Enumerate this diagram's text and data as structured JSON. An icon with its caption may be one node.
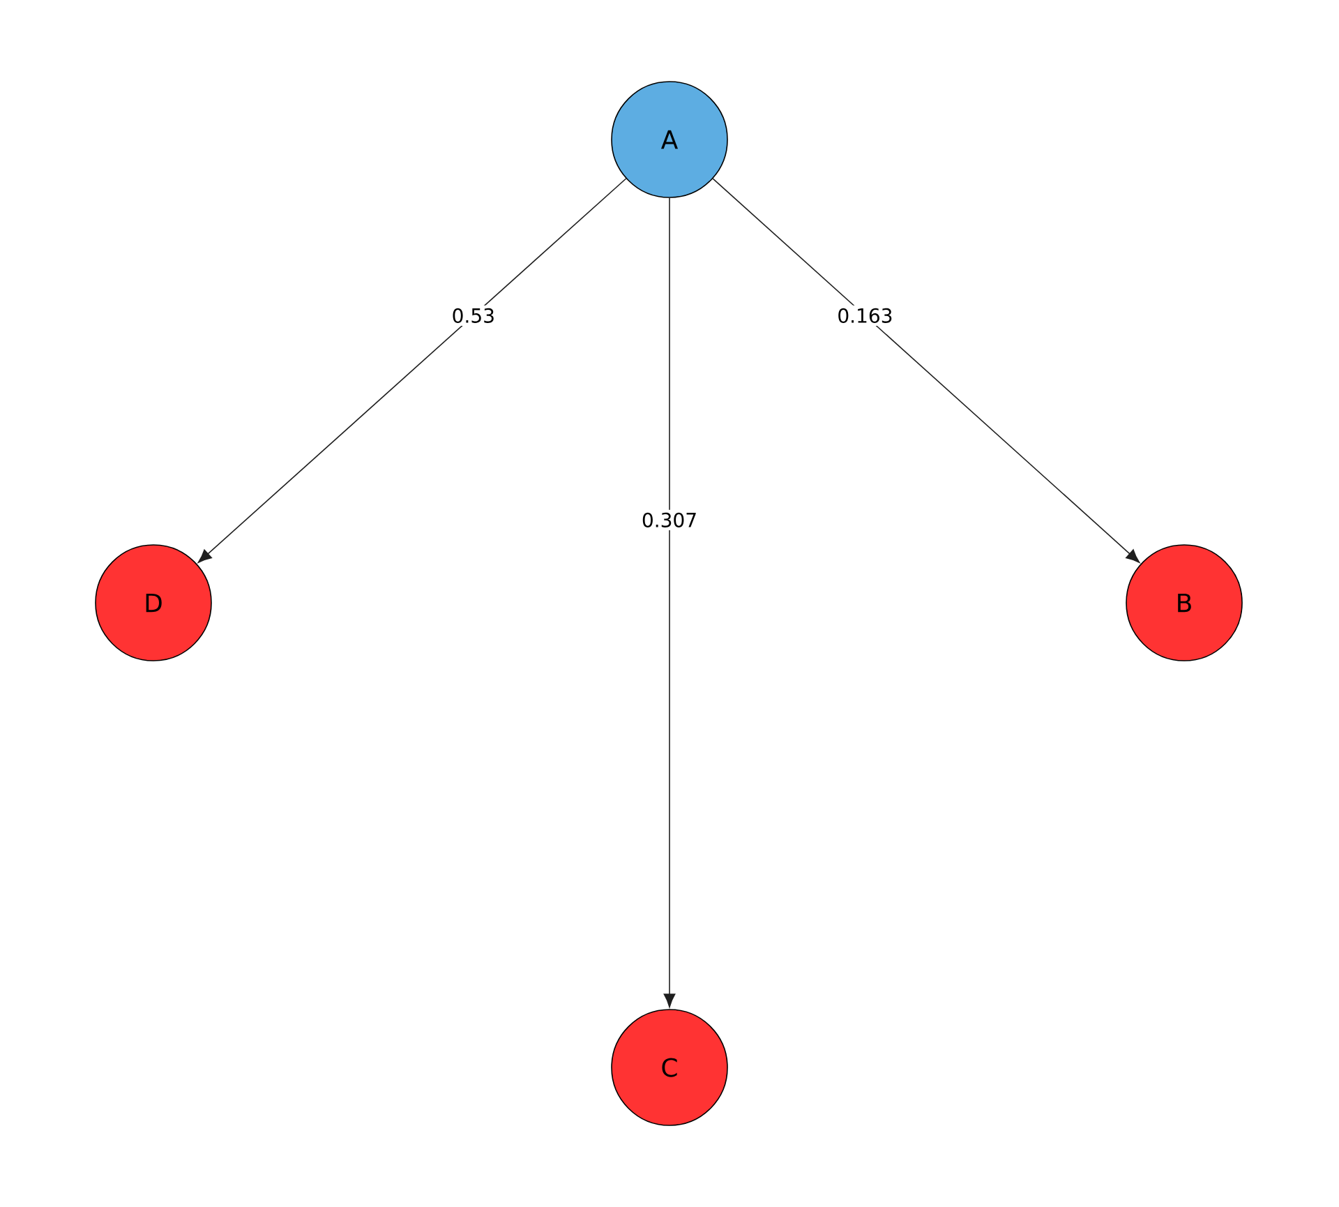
{
  "diagram": {
    "nodes": [
      {
        "text": [
          "A"
        ]
      },
      {
        "text": [
          "D"
        ]
      },
      {
        "text": [
          "B"
        ]
      },
      {
        "text": [
          "C"
        ]
      }
    ],
    "edges": [
      {
        "from": 0,
        "to": 1,
        "arrow": "to",
        "label": "0.53"
      },
      {
        "from": 0,
        "to": 3,
        "arrow": "to",
        "label": "0.307"
      },
      {
        "from": 0,
        "to": 2,
        "arrow": "to",
        "label": "0.163"
      }
    ]
  }
}
